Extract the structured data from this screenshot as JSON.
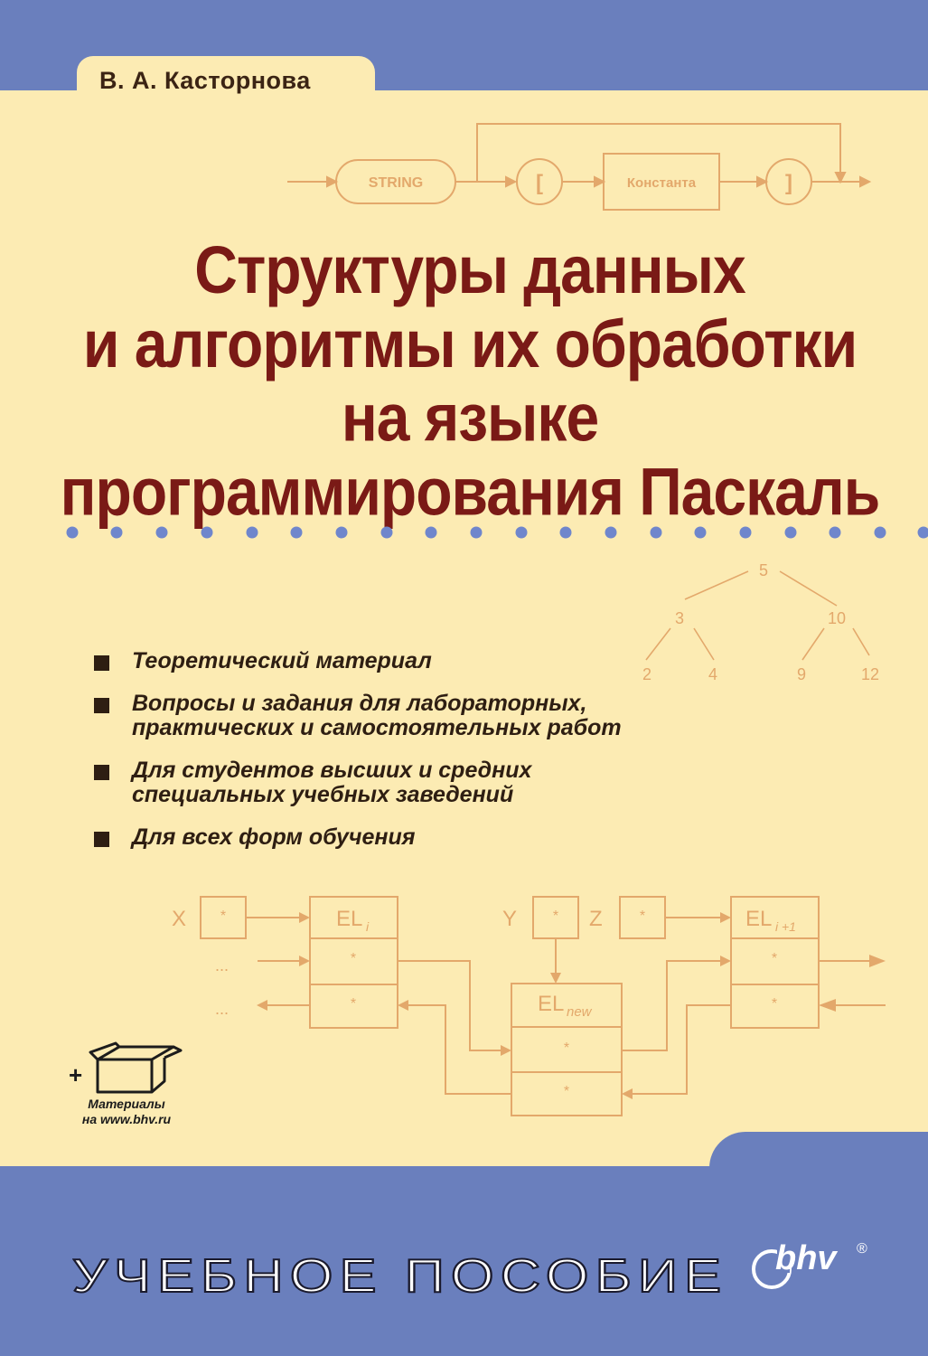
{
  "cover": {
    "author": "В. А. Касторнова",
    "title_lines": [
      "Структуры данных",
      "и алгоритмы их обработки",
      "на языке",
      "программирования Паскаль"
    ],
    "bullets": [
      "Теоретический материал",
      "Вопросы и задания для лабораторных, практических и самостоятельных работ",
      "Для студентов высших и средних специальных учебных заведений",
      "Для всех форм обучения"
    ],
    "bullets_lines": [
      [
        "Теоретический материал"
      ],
      [
        "Вопросы и задания для лабораторных,",
        "практических и самостоятельных работ"
      ],
      [
        "Для студентов высших и средних",
        "специальных учебных заведений"
      ],
      [
        "Для всех форм обучения"
      ]
    ],
    "materials_line1": "Материалы",
    "materials_line2": "на www.bhv.ru",
    "series": "УЧЕБНОЕ ПОСОБИЕ",
    "publisher": "bhv",
    "publisher_mark": "®",
    "colors": {
      "band": "#6a7fbd",
      "cream": "#fcebb3",
      "title": "#7a1a16",
      "diagram": "#e3a86b",
      "dots": "#6f86cc"
    }
  },
  "syntax_diagram": {
    "string": "STRING",
    "open_bracket": "[",
    "constant": "Константа",
    "close_bracket": "]"
  },
  "tree": {
    "root": "5",
    "left": "3",
    "right": "10",
    "leaves": [
      "2",
      "4",
      "9",
      "12"
    ]
  },
  "list_diagram": {
    "x": "X",
    "y": "Y",
    "z": "Z",
    "star": "*",
    "ellipsis": "...",
    "el_i_base": "EL",
    "el_i_sub": "i",
    "el_new_base": "EL",
    "el_new_sub": "new",
    "el_i1_base": "EL",
    "el_i1_sub": "i +1"
  }
}
